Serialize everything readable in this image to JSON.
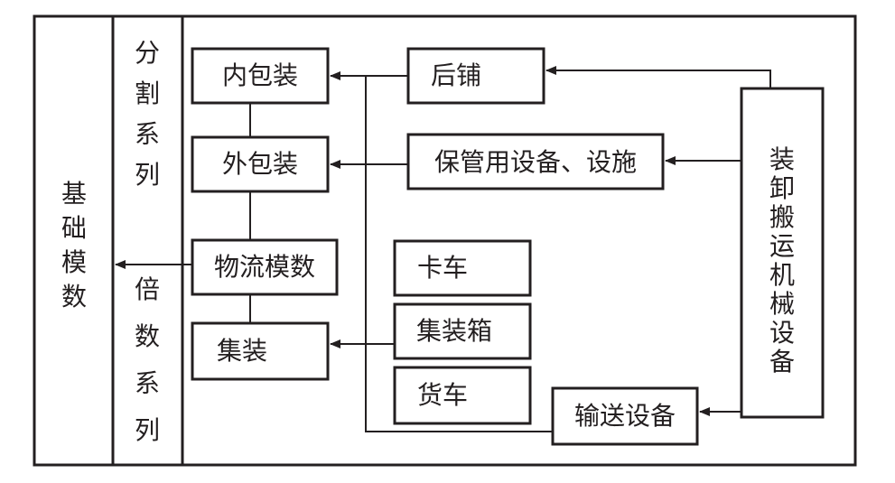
{
  "diagram": {
    "basic_modulus": "基础模数",
    "split_series": "分割系列",
    "multiple_series": "倍数系列",
    "inner_packaging": "内包装",
    "outer_packaging": "外包装",
    "logistics_modulus": "物流模数",
    "unitized_load": "集装",
    "rear_shop": "后铺",
    "storage_equipment": "保管用设备、设施",
    "truck": "卡车",
    "container": "集装箱",
    "freight_car": "货车",
    "conveying_equipment": "输送设备",
    "handling_machinery": "装卸搬运机械设备"
  },
  "colors": {
    "line": "#231f20",
    "background": "#ffffff"
  }
}
